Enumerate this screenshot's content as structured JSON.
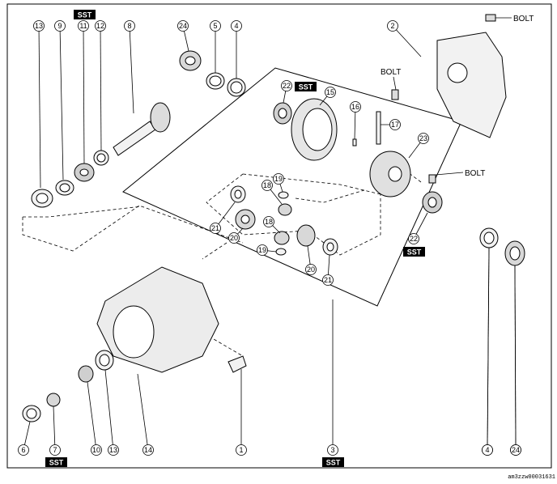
{
  "figure_id": "am3zzw00031631",
  "sst_label": "SST",
  "bolt_label": "BOLT",
  "callouts": [
    "13",
    "9",
    "11",
    "12",
    "8",
    "24",
    "5",
    "4",
    "2",
    "22",
    "15",
    "16",
    "17",
    "23",
    "19",
    "18",
    "21",
    "20",
    "18",
    "19",
    "20",
    "21",
    "22",
    "4",
    "24",
    "6",
    "7",
    "10",
    "13",
    "14",
    "1",
    "3",
    "4",
    "24"
  ]
}
